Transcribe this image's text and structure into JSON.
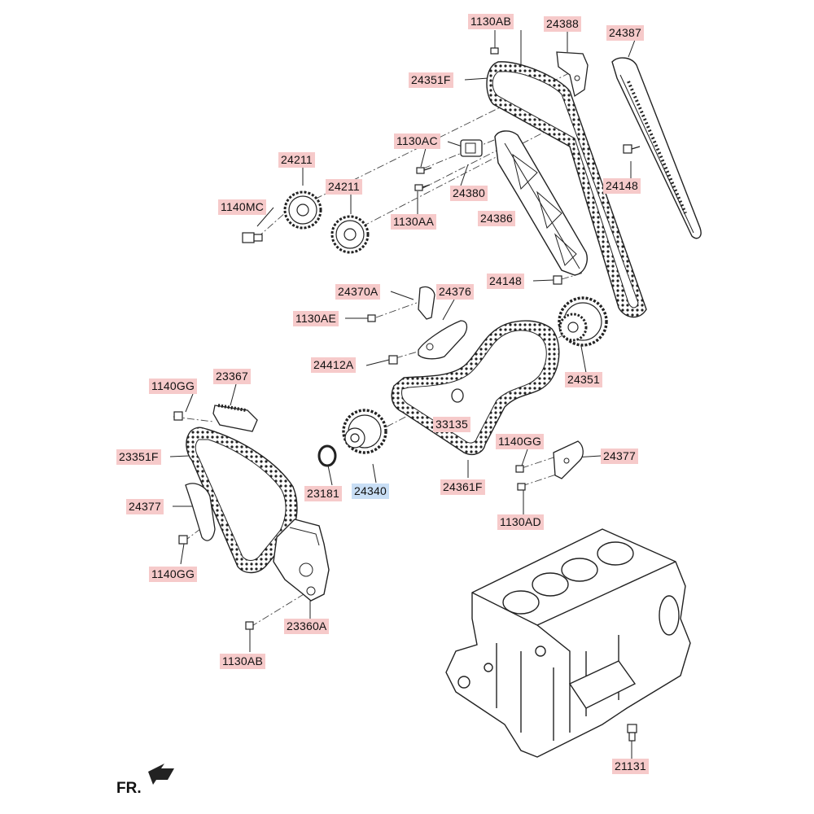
{
  "diagram": {
    "labels": {
      "l_1130AB_top": "1130AB",
      "l_24388": "24388",
      "l_24387": "24387",
      "l_24351F": "24351F",
      "l_1130AC": "1130AC",
      "l_24211_a": "24211",
      "l_24211_b": "24211",
      "l_24380": "24380",
      "l_24148_a": "24148",
      "l_1140MC": "1140MC",
      "l_1130AA": "1130AA",
      "l_24386": "24386",
      "l_24148_b": "24148",
      "l_24370A": "24370A",
      "l_24376": "24376",
      "l_1130AE": "1130AE",
      "l_24412A": "24412A",
      "l_24351": "24351",
      "l_1140GG_a": "1140GG",
      "l_23367": "23367",
      "l_33135": "33135",
      "l_1140GG_b": "1140GG",
      "l_24377_a": "24377",
      "l_23351F": "23351F",
      "l_23181": "23181",
      "l_24340": "24340",
      "l_24361F": "24361F",
      "l_1130AD": "1130AD",
      "l_24377_b": "24377",
      "l_1140GG_c": "1140GG",
      "l_23360A": "23360A",
      "l_1130AB_bot": "1130AB",
      "l_21131": "21131"
    },
    "orientation_label": "FR.",
    "highlight_color": "#c8def5",
    "label_color": "#f6caca"
  }
}
